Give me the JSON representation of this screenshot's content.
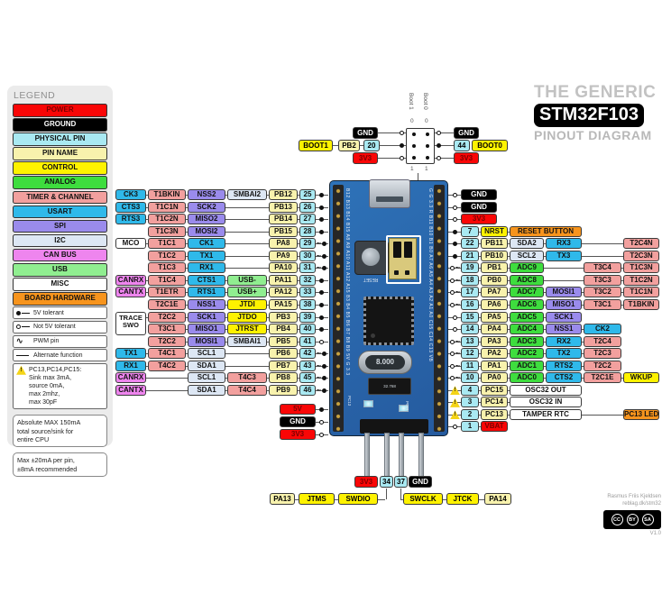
{
  "title": {
    "line1": "THE GENERIC",
    "line2": "STM32F103",
    "line3": "PINOUT DIAGRAM"
  },
  "colors": {
    "power": "#f90606",
    "ground": "#000000",
    "phys": "#a9e9f2",
    "name": "#f8f2ad",
    "control": "#fef200",
    "analog": "#3edd3e",
    "timer": "#f2a09e",
    "usart": "#2fb9ea",
    "spi": "#9a8bec",
    "i2c": "#dde7f4",
    "can": "#ee85ee",
    "usb": "#90ee90",
    "misc": "#ffffff",
    "hw": "#f7941d"
  },
  "legend": {
    "heading": "LEGEND",
    "categories": [
      {
        "label": "POWER",
        "key": "power"
      },
      {
        "label": "GROUND",
        "key": "ground"
      },
      {
        "label": "PHYSICAL PIN",
        "key": "phys"
      },
      {
        "label": "PIN NAME",
        "key": "name"
      },
      {
        "label": "CONTROL",
        "key": "control"
      },
      {
        "label": "ANALOG",
        "key": "analog"
      },
      {
        "label": "TIMER & CHANNEL",
        "key": "timer"
      },
      {
        "label": "USART",
        "key": "usart"
      },
      {
        "label": "SPI",
        "key": "spi"
      },
      {
        "label": "I2C",
        "key": "i2c"
      },
      {
        "label": "CAN BUS",
        "key": "can"
      },
      {
        "label": "USB",
        "key": "usb"
      },
      {
        "label": "MISC",
        "key": "misc"
      },
      {
        "label": "BOARD HARDWARE",
        "key": "hw"
      }
    ],
    "symbols": [
      {
        "icon": "dot",
        "label": "5V tolerant"
      },
      {
        "icon": "circle",
        "label": "Not 5V tolerant"
      },
      {
        "icon": "pwm",
        "label": "PWM pin"
      },
      {
        "icon": "line",
        "label": "Alternate function"
      }
    ],
    "warning_note": "PC13,PC14,PC15:\nSink max 3mA,\nsource 0mA,\nmax 2mhz,\nmax 30pF",
    "note_abs_max": "Absolute MAX 150mA\ntotal source/sink for\nentire CPU",
    "note_per_pin": "Max ±20mA per pin,\n±8mA recommended"
  },
  "boot": {
    "col_left": "Boot 1",
    "col_right": "Boot 0",
    "zero": "0",
    "one": "1",
    "left": {
      "gnd": "GND",
      "boot": "BOOT1",
      "pin": "PB2",
      "num": "20",
      "pwr": "3V3"
    },
    "right": {
      "gnd": "GND",
      "num": "44",
      "boot": "BOOT0",
      "pwr": "3V3"
    }
  },
  "left_rows": [
    {
      "cells": [
        {
          "t": "CK3",
          "c": "usart",
          "col": "A"
        },
        {
          "t": "T1BKIN",
          "c": "timer",
          "col": "B"
        },
        {
          "t": "NSS2",
          "c": "spi",
          "col": "C"
        },
        {
          "t": "SMBAI2",
          "c": "i2c",
          "col": "D"
        },
        {
          "t": "PB12",
          "c": "name",
          "col": "N"
        }
      ],
      "num": "25",
      "sym": "dot"
    },
    {
      "cells": [
        {
          "t": "CTS3",
          "c": "usart",
          "col": "A"
        },
        {
          "t": "T1C1N",
          "c": "timer",
          "col": "B"
        },
        {
          "t": "SCK2",
          "c": "spi",
          "col": "C"
        },
        {
          "t": "PB13",
          "c": "name",
          "col": "N"
        }
      ],
      "num": "26",
      "sym": "dot"
    },
    {
      "cells": [
        {
          "t": "RTS3",
          "c": "usart",
          "col": "A"
        },
        {
          "t": "T1C2N",
          "c": "timer",
          "col": "B"
        },
        {
          "t": "MISO2",
          "c": "spi",
          "col": "C"
        },
        {
          "t": "PB14",
          "c": "name",
          "col": "N"
        }
      ],
      "num": "27",
      "sym": "dot"
    },
    {
      "cells": [
        {
          "t": "T1C3N",
          "c": "timer",
          "col": "B"
        },
        {
          "t": "MOSI2",
          "c": "spi",
          "col": "C"
        },
        {
          "t": "PB15",
          "c": "name",
          "col": "N"
        }
      ],
      "num": "28",
      "sym": "dot"
    },
    {
      "cells": [
        {
          "t": "MCO",
          "c": "misc",
          "col": "A"
        },
        {
          "t": "T1C1",
          "c": "timer",
          "col": "B"
        },
        {
          "t": "CK1",
          "c": "usart",
          "col": "C"
        },
        {
          "t": "PA8",
          "c": "name",
          "col": "N"
        }
      ],
      "num": "29",
      "sym": "pwm-dot"
    },
    {
      "cells": [
        {
          "t": "T1C2",
          "c": "timer",
          "col": "B"
        },
        {
          "t": "TX1",
          "c": "usart",
          "col": "C"
        },
        {
          "t": "PA9",
          "c": "name",
          "col": "N"
        }
      ],
      "num": "30",
      "sym": "pwm-dot"
    },
    {
      "cells": [
        {
          "t": "T1C3",
          "c": "timer",
          "col": "B"
        },
        {
          "t": "RX1",
          "c": "usart",
          "col": "C"
        },
        {
          "t": "PA10",
          "c": "name",
          "col": "N"
        }
      ],
      "num": "31",
      "sym": "pwm-dot"
    },
    {
      "cells": [
        {
          "t": "CANRX",
          "c": "can",
          "col": "A"
        },
        {
          "t": "T1C4",
          "c": "timer",
          "col": "B"
        },
        {
          "t": "CTS1",
          "c": "usart",
          "col": "C",
          "pwmAfter": true
        },
        {
          "t": "USB-",
          "c": "usb",
          "col": "D"
        },
        {
          "t": "PA11",
          "c": "name",
          "col": "N"
        }
      ],
      "num": "32",
      "sym": "dot"
    },
    {
      "cells": [
        {
          "t": "CANTX",
          "c": "can",
          "col": "A"
        },
        {
          "t": "T1ETR",
          "c": "timer",
          "col": "B"
        },
        {
          "t": "RTS1",
          "c": "usart",
          "col": "C"
        },
        {
          "t": "USB+",
          "c": "usb",
          "col": "D"
        },
        {
          "t": "PA12",
          "c": "name",
          "col": "N"
        }
      ],
      "num": "33",
      "sym": "dot"
    },
    {
      "cells": [
        {
          "t": "T2C1E",
          "c": "timer",
          "col": "B"
        },
        {
          "t": "NSS1",
          "c": "spi",
          "col": "C"
        },
        {
          "t": "JTDI",
          "c": "control",
          "col": "D"
        },
        {
          "t": "PA15",
          "c": "name",
          "col": "N"
        }
      ],
      "num": "38",
      "sym": "dot"
    },
    {
      "cells": [
        {
          "t": "TRACE\nSWO",
          "c": "misc",
          "col": "A",
          "tall": true
        },
        {
          "t": "T2C2",
          "c": "timer",
          "col": "B"
        },
        {
          "t": "SCK1",
          "c": "spi",
          "col": "C"
        },
        {
          "t": "JTDO",
          "c": "control",
          "col": "D"
        },
        {
          "t": "PB3",
          "c": "name",
          "col": "N"
        }
      ],
      "num": "39",
      "sym": "dot"
    },
    {
      "cells": [
        {
          "t": "T3C1",
          "c": "timer",
          "col": "B"
        },
        {
          "t": "MISO1",
          "c": "spi",
          "col": "C"
        },
        {
          "t": "JTRST",
          "c": "control",
          "col": "D"
        },
        {
          "t": "PB4",
          "c": "name",
          "col": "N"
        }
      ],
      "num": "40",
      "sym": "dot"
    },
    {
      "cells": [
        {
          "t": "T2C2",
          "c": "timer",
          "col": "B"
        },
        {
          "t": "MOSI1",
          "c": "spi",
          "col": "C"
        },
        {
          "t": "SMBAI1",
          "c": "i2c",
          "col": "D"
        },
        {
          "t": "PB5",
          "c": "name",
          "col": "N"
        }
      ],
      "num": "41",
      "sym": "circle"
    },
    {
      "cells": [
        {
          "t": "TX1",
          "c": "usart",
          "col": "A"
        },
        {
          "t": "T4C1",
          "c": "timer",
          "col": "B"
        },
        {
          "t": "SCL1",
          "c": "i2c",
          "col": "C"
        },
        {
          "t": "PB6",
          "c": "name",
          "col": "N"
        }
      ],
      "num": "42",
      "sym": "pwm-dot"
    },
    {
      "cells": [
        {
          "t": "RX1",
          "c": "usart",
          "col": "A"
        },
        {
          "t": "T4C2",
          "c": "timer",
          "col": "B"
        },
        {
          "t": "SDA1",
          "c": "i2c",
          "col": "C"
        },
        {
          "t": "PB7",
          "c": "name",
          "col": "N"
        }
      ],
      "num": "43",
      "sym": "pwm-dot"
    },
    {
      "cells": [
        {
          "t": "CANRX",
          "c": "can",
          "col": "A"
        },
        {
          "t": "SCL1",
          "c": "i2c",
          "col": "C"
        },
        {
          "t": "T4C3",
          "c": "timer",
          "col": "D"
        },
        {
          "t": "PB8",
          "c": "name",
          "col": "N"
        }
      ],
      "num": "45",
      "sym": "pwm-dot"
    },
    {
      "cells": [
        {
          "t": "CANTX",
          "c": "can",
          "col": "A"
        },
        {
          "t": "SDA1",
          "c": "i2c",
          "col": "C"
        },
        {
          "t": "T4C4",
          "c": "timer",
          "col": "D"
        },
        {
          "t": "PB9",
          "c": "name",
          "col": "N"
        }
      ],
      "num": "46",
      "sym": "pwm-dot"
    }
  ],
  "left_power": [
    {
      "t": "5V",
      "c": "power",
      "sym": "dot"
    },
    {
      "t": "GND",
      "c": "ground",
      "sym": "circle"
    },
    {
      "t": "3V3",
      "c": "power",
      "sym": "circle"
    }
  ],
  "right_rows": [
    {
      "cells": [
        {
          "t": "GND",
          "c": "ground",
          "col": "G"
        }
      ],
      "sym": "circle"
    },
    {
      "cells": [
        {
          "t": "GND",
          "c": "ground",
          "col": "G"
        }
      ],
      "sym": "circle"
    },
    {
      "cells": [
        {
          "t": "3V3",
          "c": "power",
          "col": "G"
        }
      ],
      "sym": "circle"
    },
    {
      "cells": [
        {
          "t": "NRST",
          "c": "control",
          "col": "N"
        },
        {
          "t": "RESET BUTTON",
          "c": "hw",
          "col": "AB"
        }
      ],
      "num": "7",
      "sym": "dot"
    },
    {
      "cells": [
        {
          "t": "PB11",
          "c": "name",
          "col": "N"
        },
        {
          "t": "SDA2",
          "c": "i2c",
          "col": "A"
        },
        {
          "t": "RX3",
          "c": "usart",
          "col": "B"
        },
        {
          "t": "T2C4N",
          "c": "timer",
          "col": "D"
        }
      ],
      "num": "22",
      "sym": "dot"
    },
    {
      "cells": [
        {
          "t": "PB10",
          "c": "name",
          "col": "N"
        },
        {
          "t": "SCL2",
          "c": "i2c",
          "col": "A"
        },
        {
          "t": "TX3",
          "c": "usart",
          "col": "B"
        },
        {
          "t": "T2C3N",
          "c": "timer",
          "col": "D"
        }
      ],
      "num": "21",
      "sym": "dot"
    },
    {
      "cells": [
        {
          "t": "PB1",
          "c": "name",
          "col": "N"
        },
        {
          "t": "ADC9",
          "c": "analog",
          "col": "A"
        },
        {
          "t": "T3C4",
          "c": "timer",
          "col": "C"
        },
        {
          "t": "T1C3N",
          "c": "timer",
          "col": "D"
        }
      ],
      "num": "19",
      "sym": "pwm-circle"
    },
    {
      "cells": [
        {
          "t": "PB0",
          "c": "name",
          "col": "N"
        },
        {
          "t": "ADC8",
          "c": "analog",
          "col": "A"
        },
        {
          "t": "T3C3",
          "c": "timer",
          "col": "C"
        },
        {
          "t": "T1C2N",
          "c": "timer",
          "col": "D"
        }
      ],
      "num": "18",
      "sym": "pwm-circle"
    },
    {
      "cells": [
        {
          "t": "PA7",
          "c": "name",
          "col": "N"
        },
        {
          "t": "ADC7",
          "c": "analog",
          "col": "A"
        },
        {
          "t": "MOSI1",
          "c": "spi",
          "col": "B"
        },
        {
          "t": "T3C2",
          "c": "timer",
          "col": "C"
        },
        {
          "t": "T1C1N",
          "c": "timer",
          "col": "D"
        }
      ],
      "num": "17",
      "sym": "pwm-circle"
    },
    {
      "cells": [
        {
          "t": "PA6",
          "c": "name",
          "col": "N"
        },
        {
          "t": "ADC6",
          "c": "analog",
          "col": "A"
        },
        {
          "t": "MISO1",
          "c": "spi",
          "col": "B"
        },
        {
          "t": "T3C1",
          "c": "timer",
          "col": "C"
        },
        {
          "t": "T1BKIN",
          "c": "timer",
          "col": "D"
        }
      ],
      "num": "16",
      "sym": "pwm-circle"
    },
    {
      "cells": [
        {
          "t": "PA5",
          "c": "name",
          "col": "N"
        },
        {
          "t": "ADC5",
          "c": "analog",
          "col": "A"
        },
        {
          "t": "SCK1",
          "c": "spi",
          "col": "B"
        }
      ],
      "num": "15",
      "sym": "circle"
    },
    {
      "cells": [
        {
          "t": "PA4",
          "c": "name",
          "col": "N"
        },
        {
          "t": "ADC4",
          "c": "analog",
          "col": "A"
        },
        {
          "t": "NSS1",
          "c": "spi",
          "col": "B"
        },
        {
          "t": "CK2",
          "c": "usart",
          "col": "C"
        }
      ],
      "num": "14",
      "sym": "circle"
    },
    {
      "cells": [
        {
          "t": "PA3",
          "c": "name",
          "col": "N"
        },
        {
          "t": "ADC3",
          "c": "analog",
          "col": "A"
        },
        {
          "t": "RX2",
          "c": "usart",
          "col": "B"
        },
        {
          "t": "T2C4",
          "c": "timer",
          "col": "C"
        }
      ],
      "num": "13",
      "sym": "pwm-circle"
    },
    {
      "cells": [
        {
          "t": "PA2",
          "c": "name",
          "col": "N"
        },
        {
          "t": "ADC2",
          "c": "analog",
          "col": "A"
        },
        {
          "t": "TX2",
          "c": "usart",
          "col": "B"
        },
        {
          "t": "T2C3",
          "c": "timer",
          "col": "C"
        }
      ],
      "num": "12",
      "sym": "pwm-circle"
    },
    {
      "cells": [
        {
          "t": "PA1",
          "c": "name",
          "col": "N"
        },
        {
          "t": "ADC1",
          "c": "analog",
          "col": "A"
        },
        {
          "t": "RTS2",
          "c": "usart",
          "col": "B"
        },
        {
          "t": "T2C2",
          "c": "timer",
          "col": "C"
        }
      ],
      "num": "11",
      "sym": "pwm-circle"
    },
    {
      "cells": [
        {
          "t": "PA0",
          "c": "name",
          "col": "N"
        },
        {
          "t": "ADC0",
          "c": "analog",
          "col": "A"
        },
        {
          "t": "CTS2",
          "c": "usart",
          "col": "B"
        },
        {
          "t": "T2C1E",
          "c": "timer",
          "col": "C"
        },
        {
          "t": "WKUP",
          "c": "control",
          "col": "D"
        }
      ],
      "num": "10",
      "sym": "pwm-circle"
    },
    {
      "cells": [
        {
          "t": "PC15",
          "c": "name",
          "col": "N"
        },
        {
          "t": "OSC32 OUT",
          "c": "misc",
          "col": "AB"
        }
      ],
      "num": "4",
      "sym": "warn"
    },
    {
      "cells": [
        {
          "t": "PC14",
          "c": "name",
          "col": "N"
        },
        {
          "t": "OSC32 IN",
          "c": "misc",
          "col": "AB"
        }
      ],
      "num": "3",
      "sym": "warn"
    },
    {
      "cells": [
        {
          "t": "PC13",
          "c": "name",
          "col": "N"
        },
        {
          "t": "TAMPER RTC",
          "c": "misc",
          "col": "AB"
        },
        {
          "t": "PC13 LED",
          "c": "hw",
          "col": "D"
        }
      ],
      "num": "2",
      "sym": "warn"
    },
    {
      "cells": [
        {
          "t": "VBAT",
          "c": "power",
          "col": "N"
        }
      ],
      "num": "1",
      "sym": "circle"
    }
  ],
  "bottom": {
    "rail": [
      {
        "t": "3V3",
        "c": "power"
      },
      {
        "t": "34",
        "c": "phys"
      },
      {
        "t": "37",
        "c": "phys"
      },
      {
        "t": "GND",
        "c": "ground"
      }
    ],
    "left_chain": [
      {
        "t": "PA13",
        "c": "name"
      },
      {
        "t": "JTMS",
        "c": "control"
      },
      {
        "t": "SWDIO",
        "c": "control"
      }
    ],
    "right_chain": [
      {
        "t": "SWCLK",
        "c": "control"
      },
      {
        "t": "JTCK",
        "c": "control"
      },
      {
        "t": "PA14",
        "c": "name"
      }
    ]
  },
  "board": {
    "silk_left": "B12 B13 B14 B15 A8 A9 A10 A11 A12 A15 B3 B4 B5 B6 B7 B8 B9 5V G 3.3",
    "silk_right": "G G 3.3 R B11 B10 B1 B0 A7 A6 A5 A4 A3 A2 A1 A0 C15 C14 C13 VB",
    "reset_label": "RESET",
    "crystal_label": "8.000",
    "crystal2_label": "32.768",
    "led1_label": "PC13",
    "led2_label": "PWR"
  },
  "credits": {
    "author": "Rasmus Friis Kjeldsen",
    "site": "reblag.dk/stm32",
    "version": "V1.0",
    "cc": {
      "a": "CC",
      "b": "BY",
      "c": "SA"
    }
  }
}
